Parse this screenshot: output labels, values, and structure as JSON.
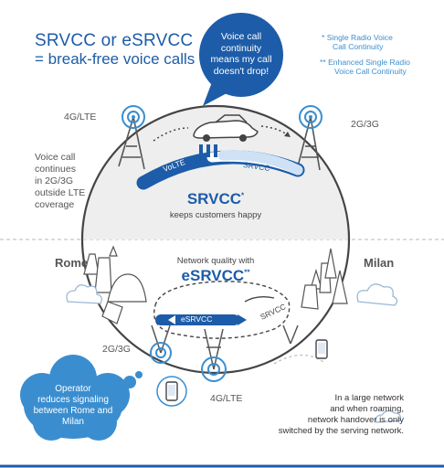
{
  "title": {
    "line1": "SRVCC or eSRVCC",
    "line2": "= break-free voice calls"
  },
  "speech_bubble_top": {
    "line1": "Voice call",
    "line2": "continuity",
    "line3": "means my call",
    "line4": "doesn't drop!"
  },
  "footnotes": {
    "srvcc_line1": "*  Single Radio Voice",
    "srvcc_line2": "Call Continuity",
    "esrvcc_line1": "** Enhanced Single Radio",
    "esrvcc_line2": "Voice Call Continuity"
  },
  "upper": {
    "label_4g": "4G/LTE",
    "label_2g": "2G/3G",
    "left_note": [
      "Voice call",
      "continues",
      "in 2G/3G",
      "outside LTE",
      "coverage"
    ],
    "volte_label": "VoLTE",
    "srvcc_arc_label": "SRVCC",
    "center_title": "SRVCC",
    "center_title_sup": "*",
    "center_subtitle": "keeps customers happy"
  },
  "lower": {
    "city_left": "Rome",
    "city_right": "Milan",
    "network_quality": "Network quality with",
    "center_title": "eSRVCC",
    "center_title_sup": "**",
    "esrvcc_arrow_label": "eSRVCC",
    "srvcc_arc_label": "SRVCC",
    "label_2g": "2G/3G",
    "label_4g": "4G/LTE",
    "bottom_note": [
      "In a large network",
      "and when roaming,",
      "network handover is only",
      "switched by the serving network."
    ]
  },
  "cloud_bubble": {
    "lines": [
      "Operator",
      "reduces signaling",
      "between Rome and",
      "Milan"
    ]
  },
  "colors": {
    "brand_blue": "#1d5ca8",
    "light_blue": "#3a8ed0",
    "text_gray": "#555555"
  }
}
